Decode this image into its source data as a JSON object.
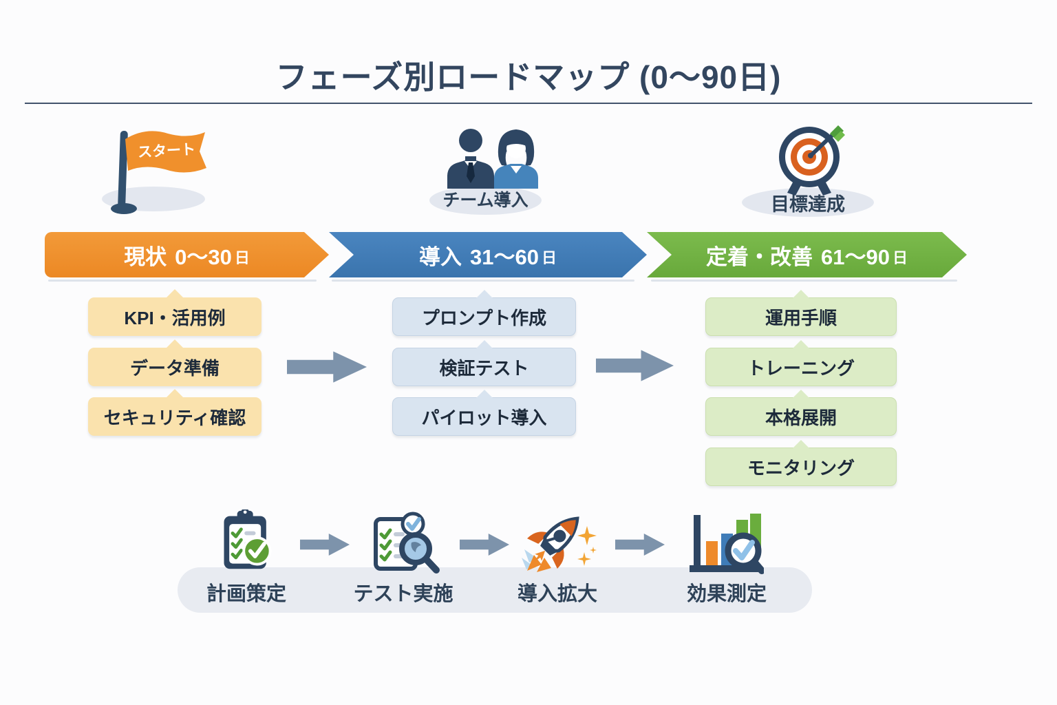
{
  "title": "フェーズ別ロードマップ (0～90日)",
  "milestones": {
    "start": {
      "label": "スタート",
      "icon": "start-flag-icon"
    },
    "team": {
      "label": "チーム導入",
      "icon": "team-people-icon"
    },
    "goal": {
      "label": "目標達成",
      "icon": "target-arrow-icon"
    }
  },
  "phases": [
    {
      "name": "現状",
      "range": "0～30",
      "unit": "日",
      "color": "#ee8d2a",
      "item_color": "#fae2ad",
      "items": [
        "KPI・活用例",
        "データ準備",
        "セキュリティ確認"
      ]
    },
    {
      "name": "導入",
      "range": "31～60",
      "unit": "日",
      "color": "#3f7ab6",
      "item_color": "#d9e4f0",
      "items": [
        "プロンプト作成",
        "検証テスト",
        "パイロット導入"
      ]
    },
    {
      "name": "定着・改善",
      "range": "61～90",
      "unit": "日",
      "color": "#70b244",
      "item_color": "#dcecc6",
      "items": [
        "運用手順",
        "トレーニング",
        "本格展開",
        "モニタリング"
      ]
    }
  ],
  "bottom_steps": [
    {
      "label": "計画策定",
      "icon": "clipboard-check-icon"
    },
    {
      "label": "テスト実施",
      "icon": "checklist-magnifier-icon"
    },
    {
      "label": "導入拡大",
      "icon": "rocket-icon"
    },
    {
      "label": "効果測定",
      "icon": "chart-magnifier-icon"
    }
  ],
  "colors": {
    "title_navy": "#33465f",
    "icon_navy": "#2e4663",
    "arrow_slate": "#7d93ab",
    "accent_orange": "#ee8a2b",
    "accent_green": "#5d9e34",
    "accent_blue": "#3f7cb8",
    "pill_gray": "#e8ebf1"
  }
}
